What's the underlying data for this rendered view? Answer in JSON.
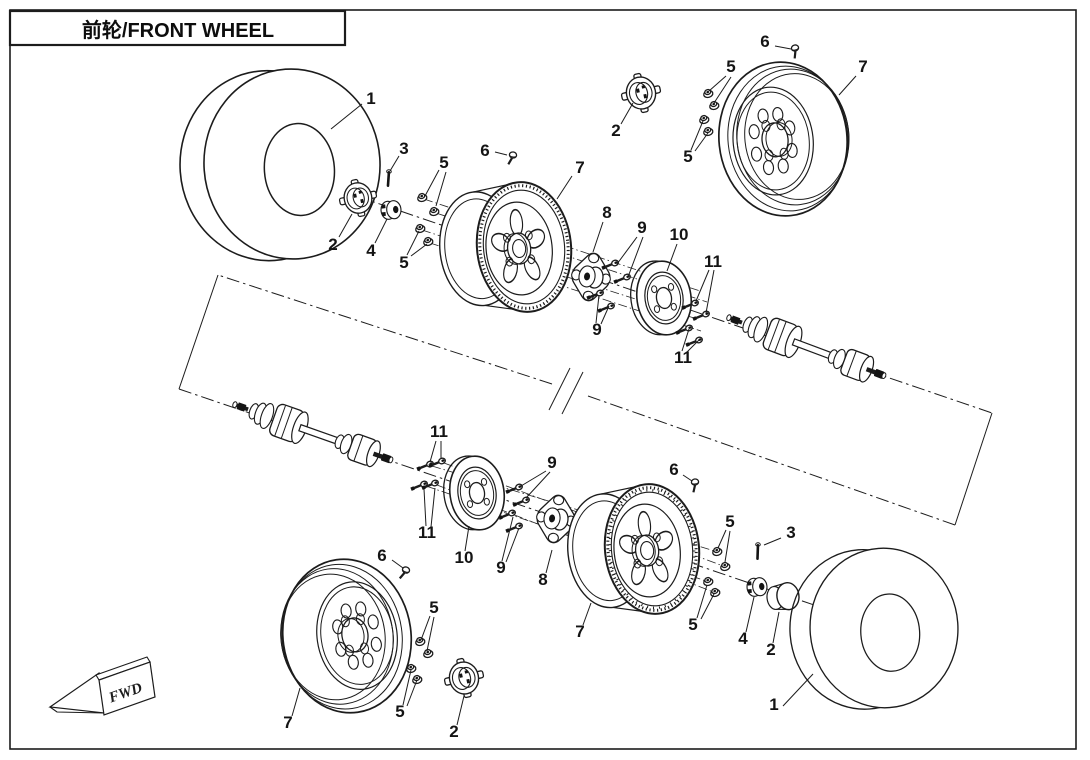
{
  "title_block": {
    "text": "前轮/FRONT WHEEL"
  },
  "fwd_arrow": {
    "label": "FWD"
  },
  "parts": {
    "1": "1",
    "2": "2",
    "3": "3",
    "4": "4",
    "5": "5",
    "6": "6",
    "7": "7",
    "8": "8",
    "9": "9",
    "10": "10",
    "11": "11"
  },
  "colors": {
    "line": "#1c1c1c",
    "background": "#ffffff"
  }
}
